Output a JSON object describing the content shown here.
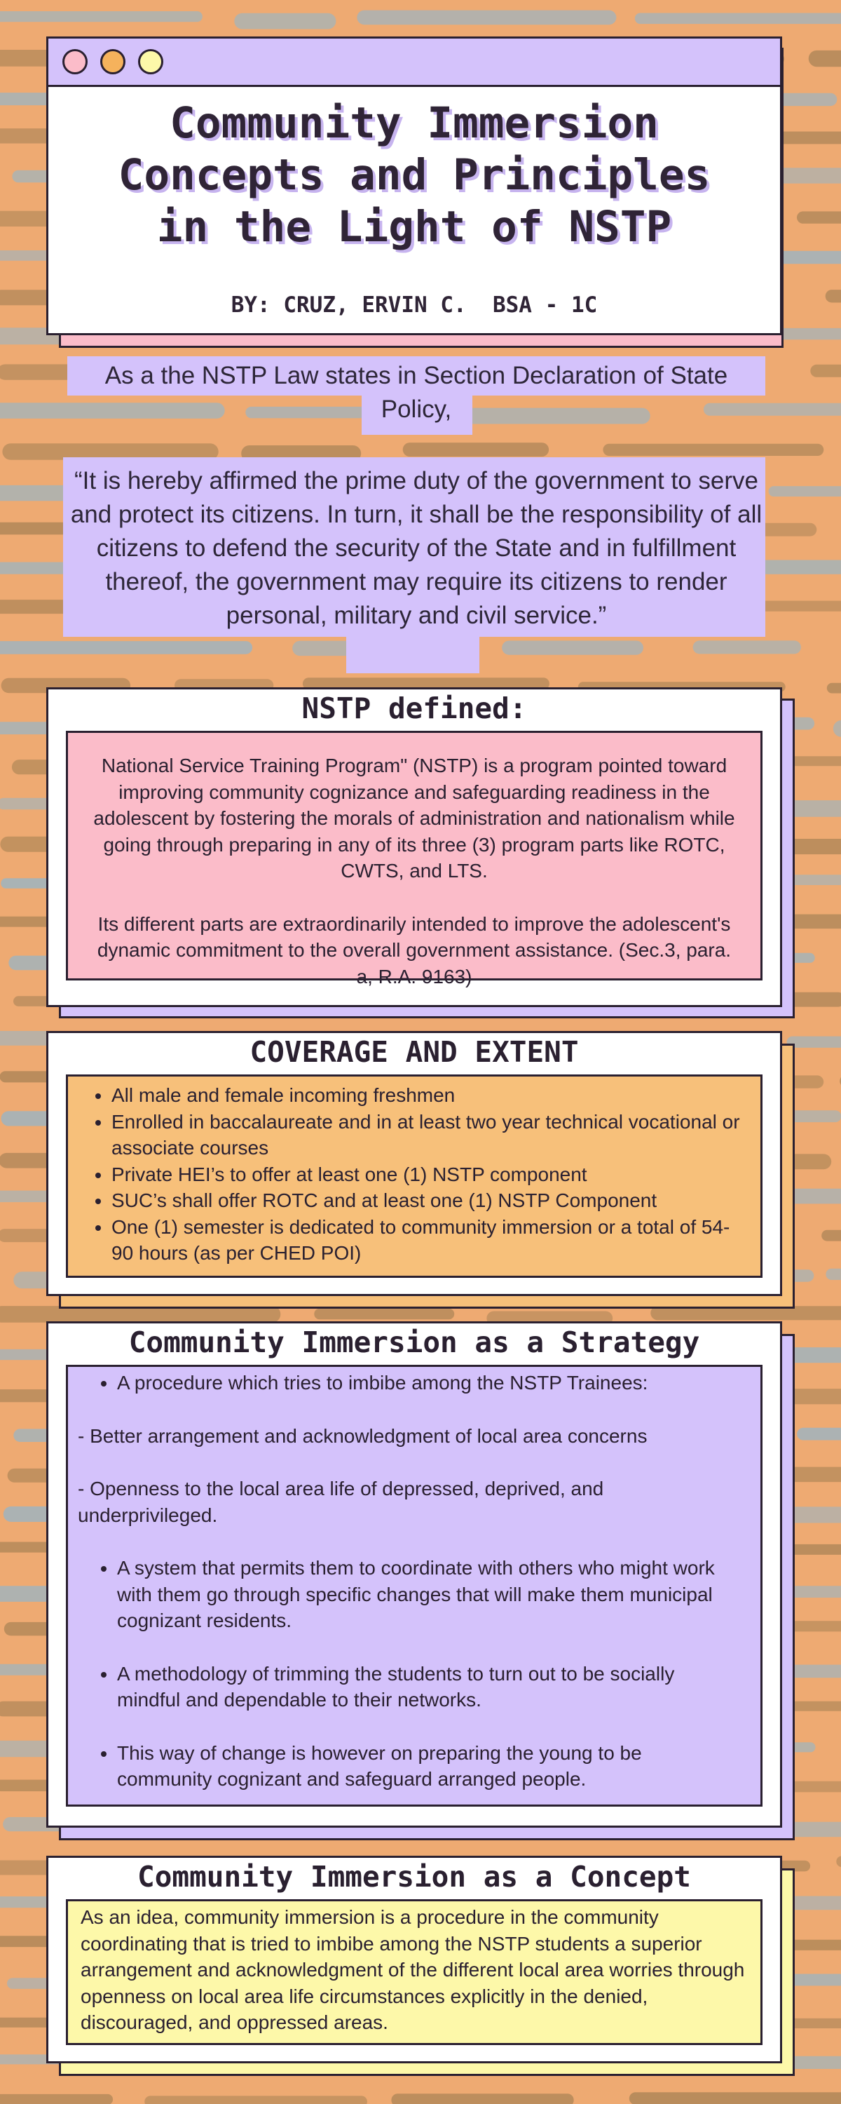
{
  "colors": {
    "background": "#eeaa72",
    "stroke_blue": "#a9b3b5",
    "stroke_brown": "#b98c5c",
    "lilac": "#d4c2fb",
    "pink": "#fbbcc9",
    "orange": "#f7c07a",
    "yellow": "#fdf8a9",
    "ink": "#2a2030"
  },
  "header": {
    "title_lines": [
      "Community Immersion",
      "Concepts and Principles",
      "in the Light of NSTP"
    ],
    "byline": "BY: CRUZ, ERVIN C.  BSA - 1C"
  },
  "intro": {
    "lead": "As a the NSTP Law states in Section Declaration of State Policy,",
    "quote": "“It is hereby affirmed the prime duty of the government to serve and protect its citizens.  In turn, it shall be the responsibility of all citizens to defend the security of the State and in fulfillment thereof, the government may require its citizens to render personal, military and civil service.”"
  },
  "nstp_defined": {
    "title": "NSTP defined:",
    "paragraphs": [
      "National Service Training Program\" (NSTP) is a program pointed toward improving community cognizance and safeguarding readiness in the adolescent by fostering the morals of administration and nationalism while going through preparing in any of its three (3) program parts like ROTC, CWTS, and LTS.",
      "Its different parts are extraordinarily intended to improve the adolescent's dynamic commitment to the overall government assistance. (Sec.3, para. a, R.A. 9163)"
    ]
  },
  "coverage": {
    "title": "COVERAGE AND EXTENT",
    "items": [
      "All male and female incoming freshmen",
      "Enrolled in baccalaureate and in at least two year technical vocational or associate courses",
      "Private HEI’s to offer at least one (1) NSTP component",
      "SUC’s shall offer ROTC and at least one (1) NSTP Component",
      "One (1) semester is dedicated to community immersion or a total of 54-90 hours (as per CHED POI)"
    ]
  },
  "strategy": {
    "title": "Community Immersion as a Strategy",
    "bullet_1": "A procedure which tries to imbibe among the NSTP Trainees:",
    "dash_1": "- Better arrangement and acknowledgment of local area concerns",
    "dash_2": "- Openness to the local area life of depressed, deprived, and underprivileged.",
    "bullet_2": "A system that permits them to coordinate with others who might work with them go through specific changes that will make them municipal cognizant residents.",
    "bullet_3": "A methodology of trimming the students to turn out to be socially mindful and dependable to their networks.",
    "bullet_4": "This way of change is however on preparing the young to be community cognizant and safeguard arranged people."
  },
  "concept": {
    "title": "Community Immersion as a Concept",
    "text": "As an idea, community immersion is a procedure in the community coordinating that is tried to imbibe among the NSTP students a superior arrangement and acknowledgment of the different local area worries through openness on local area life circumstances explicitly in the denied, discouraged, and oppressed areas."
  }
}
